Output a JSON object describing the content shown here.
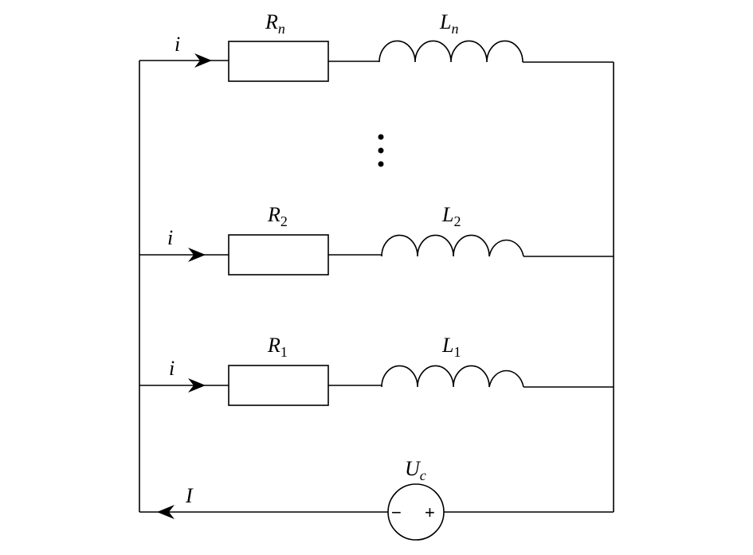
{
  "branch_n": {
    "resistor": {
      "symbol": "R",
      "subscript": "n"
    },
    "inductor": {
      "symbol": "L",
      "subscript": "n"
    },
    "current": "i"
  },
  "branch_2": {
    "resistor": {
      "symbol": "R",
      "subscript": "2"
    },
    "inductor": {
      "symbol": "L",
      "subscript": "2"
    },
    "current": "i"
  },
  "branch_1": {
    "resistor": {
      "symbol": "R",
      "subscript": "1"
    },
    "inductor": {
      "symbol": "L",
      "subscript": "1"
    },
    "current": "i"
  },
  "source": {
    "symbol": "U",
    "subscript": "c",
    "minus": "−",
    "plus": "+"
  },
  "total_current": "I"
}
